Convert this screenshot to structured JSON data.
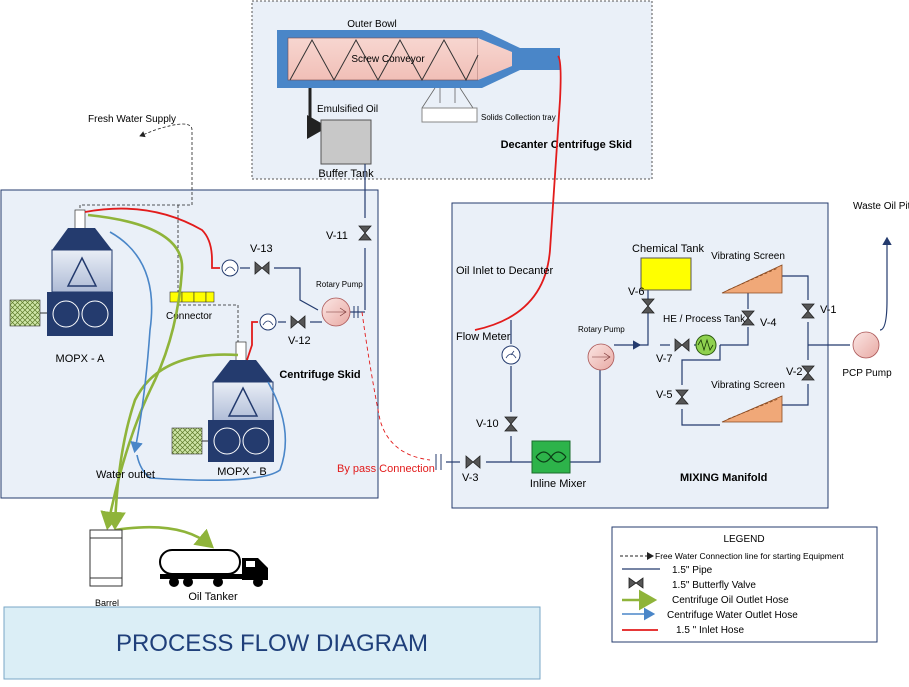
{
  "diagram": {
    "title": "PROCESS FLOW DIAGRAM",
    "skids": {
      "decanter": "Decanter Centrifuge Skid",
      "centrifuge": "Centrifuge Skid",
      "mixing": "MIXING Manifold"
    },
    "decanter": {
      "outer_bowl": "Outer Bowl",
      "screw_conveyor": "Screw Conveyor",
      "emulsified_oil": "Emulsified Oil",
      "solids_tray": "Solids Collection tray",
      "buffer_tank": "Buffer Tank"
    },
    "labels": {
      "fresh_water": "Fresh Water Supply",
      "connector": "Connector",
      "water_outlet": "Water outlet",
      "bypass": "By pass Connection",
      "rotary_pump_left": "Rotary Pump",
      "rotary_pump_right": "Rotary Pump",
      "oil_inlet": "Oil Inlet to Decanter",
      "flow_meter": "Flow Meter",
      "inline_mixer": "Inline Mixer",
      "chemical_tank": "Chemical Tank",
      "he_tank": "HE / Process Tank",
      "vibrating_screen_top": "Vibrating Screen",
      "vibrating_screen_bottom": "Vibrating Screen",
      "waste_oil_pit": "Waste Oil Pit",
      "pcp_pump": "PCP Pump",
      "barrel": "Barrel",
      "oil_tanker": "Oil Tanker",
      "mopx_a": "MOPX - A",
      "mopx_b": "MOPX - B"
    },
    "valves": {
      "v1": "V-1",
      "v2": "V-2",
      "v3": "V-3",
      "v4": "V-4",
      "v5": "V-5",
      "v6": "V-6",
      "v7": "V-7",
      "v10": "V-10",
      "v11": "V-11",
      "v12": "V-12",
      "v13": "V-13"
    },
    "legend": {
      "title": "LEGEND",
      "items": [
        "Free Water Connection line for starting Equipment",
        "1.5\" Pipe",
        "1.5\" Butterfly Valve",
        "Centrifuge Oil Outlet Hose",
        "Centrifuge Water Outlet Hose",
        "1.5 \" Inlet Hose"
      ]
    },
    "colors": {
      "oil_hose": "#8fb43a",
      "water_hose": "#4a86c8",
      "inlet_hose": "#e21b1b",
      "pipe": "#243b6e",
      "skid_fill": "#eaf0f8",
      "title_fill": "#dbeef6",
      "title_text": "#1f3f7a",
      "chemical_tank": "#ffff00",
      "inline_mixer": "#2db34a",
      "pump_fill": "#f3cfcc",
      "screen_fill": "#f0a878"
    }
  }
}
